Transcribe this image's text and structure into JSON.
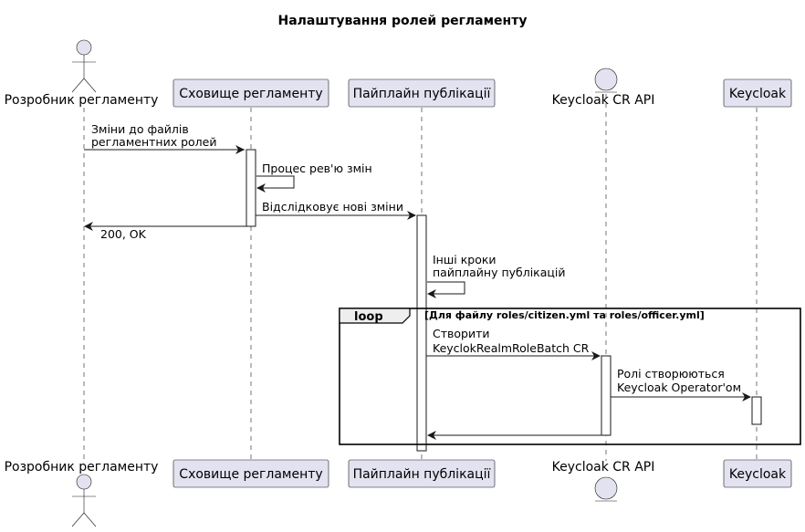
{
  "title": "Налаштування ролей регламенту",
  "participants": [
    {
      "id": "dev",
      "kind": "actor",
      "label": "Розробник регламенту"
    },
    {
      "id": "repo",
      "kind": "box",
      "label": "Сховище регламенту"
    },
    {
      "id": "pipe",
      "kind": "box",
      "label": "Пайплайн публікації"
    },
    {
      "id": "api",
      "kind": "entity",
      "label": "Keycloak CR API"
    },
    {
      "id": "kc",
      "kind": "box",
      "label": "Keycloak"
    }
  ],
  "messages": [
    {
      "from": "dev",
      "to": "repo",
      "lines": [
        "Зміни до файлів",
        "регламентних ролей"
      ]
    },
    {
      "from": "repo",
      "to": "repo",
      "lines": [
        "Процес рев'ю змін"
      ]
    },
    {
      "from": "repo",
      "to": "pipe",
      "lines": [
        "Відслідковує нові зміни"
      ]
    },
    {
      "from": "repo",
      "to": "dev",
      "lines": [
        "200, OK"
      ]
    },
    {
      "from": "pipe",
      "to": "pipe",
      "lines": [
        "Інші кроки",
        "пайплайну публікацій"
      ]
    },
    {
      "from": "pipe",
      "to": "api",
      "lines": [
        "Створити",
        "KeyclokRealmRoleBatch CR"
      ]
    },
    {
      "from": "api",
      "to": "kc",
      "lines": [
        "Ролі створюються",
        "Keycloak Operator'ом"
      ]
    },
    {
      "from": "api",
      "to": "pipe",
      "lines": []
    }
  ],
  "loop": {
    "keyword": "loop",
    "condition": "[Для файлу roles/citizen.yml та roles/officer.yml]"
  },
  "colors": {
    "participant_fill": "#e2e2f0",
    "line": "#181818"
  }
}
